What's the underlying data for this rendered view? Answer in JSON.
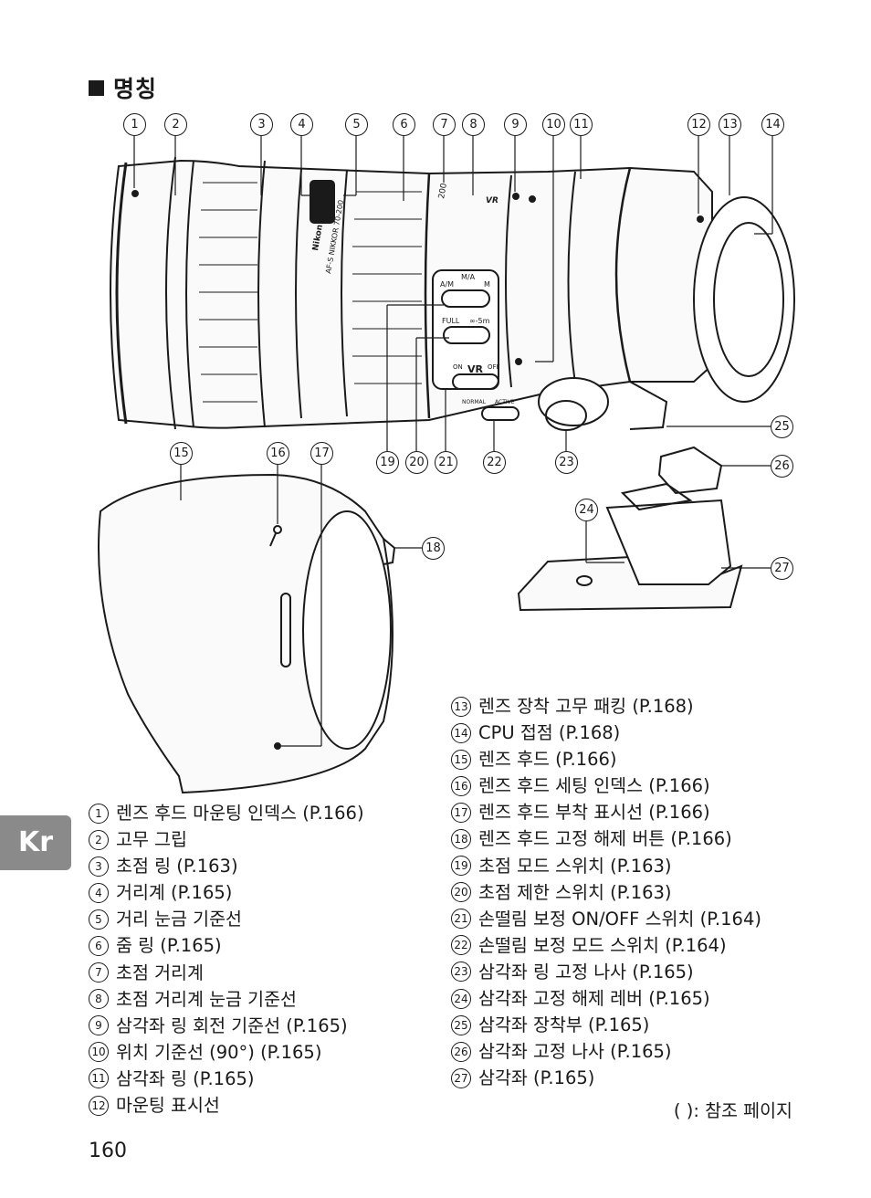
{
  "title": "명칭",
  "tab_label": "Kr",
  "page_number": "160",
  "reference_note": "(   ): 참조 페이지",
  "callouts": [
    "1",
    "2",
    "3",
    "4",
    "5",
    "6",
    "7",
    "8",
    "9",
    "10",
    "11",
    "12",
    "13",
    "14",
    "15",
    "16",
    "17",
    "18",
    "19",
    "20",
    "21",
    "22",
    "23",
    "24",
    "25",
    "26",
    "27"
  ],
  "lens_markings": {
    "brand": "Nikon",
    "model": "AF-S NIKKOR 70-200",
    "focal": "200",
    "vr": "VR",
    "mode_am": "A/M",
    "mode_ma": "M/A",
    "mode_m": "M",
    "limit_full": "FULL",
    "limit_range": "∞-5m",
    "vr_on": "ON",
    "vr_off": "OFF",
    "vr_normal": "NORMAL",
    "vr_active": "ACTIVE"
  },
  "parts_left": [
    {
      "num": "1",
      "label": "렌즈 후드 마운팅 인덱스 (P.166)"
    },
    {
      "num": "2",
      "label": "고무 그립"
    },
    {
      "num": "3",
      "label": "초점 링 (P.163)"
    },
    {
      "num": "4",
      "label": "거리계 (P.165)"
    },
    {
      "num": "5",
      "label": "거리 눈금 기준선"
    },
    {
      "num": "6",
      "label": "줌 링 (P.165)"
    },
    {
      "num": "7",
      "label": "초점 거리계"
    },
    {
      "num": "8",
      "label": "초점 거리계 눈금 기준선"
    },
    {
      "num": "9",
      "label": "삼각좌 링 회전 기준선 (P.165)"
    },
    {
      "num": "10",
      "label": "위치 기준선 (90°) (P.165)"
    },
    {
      "num": "11",
      "label": "삼각좌 링 (P.165)"
    },
    {
      "num": "12",
      "label": "마운팅 표시선"
    }
  ],
  "parts_right": [
    {
      "num": "13",
      "label": "렌즈 장착 고무 패킹 (P.168)"
    },
    {
      "num": "14",
      "label": "CPU 접점 (P.168)"
    },
    {
      "num": "15",
      "label": "렌즈 후드 (P.166)"
    },
    {
      "num": "16",
      "label": "렌즈 후드 세팅 인덱스 (P.166)"
    },
    {
      "num": "17",
      "label": "렌즈 후드 부착 표시선 (P.166)"
    },
    {
      "num": "18",
      "label": "렌즈 후드 고정 해제 버튼 (P.166)"
    },
    {
      "num": "19",
      "label": "초점 모드 스위치 (P.163)"
    },
    {
      "num": "20",
      "label": "초점 제한 스위치 (P.163)"
    },
    {
      "num": "21",
      "label": "손떨림 보정 ON/OFF 스위치 (P.164)"
    },
    {
      "num": "22",
      "label": "손떨림 보정 모드 스위치 (P.164)"
    },
    {
      "num": "23",
      "label": "삼각좌 링 고정 나사 (P.165)"
    },
    {
      "num": "24",
      "label": "삼각좌 고정 해제 레버 (P.165)"
    },
    {
      "num": "25",
      "label": "삼각좌 장착부 (P.165)"
    },
    {
      "num": "26",
      "label": "삼각좌 고정 나사 (P.165)"
    },
    {
      "num": "27",
      "label": "삼각좌 (P.165)"
    }
  ]
}
